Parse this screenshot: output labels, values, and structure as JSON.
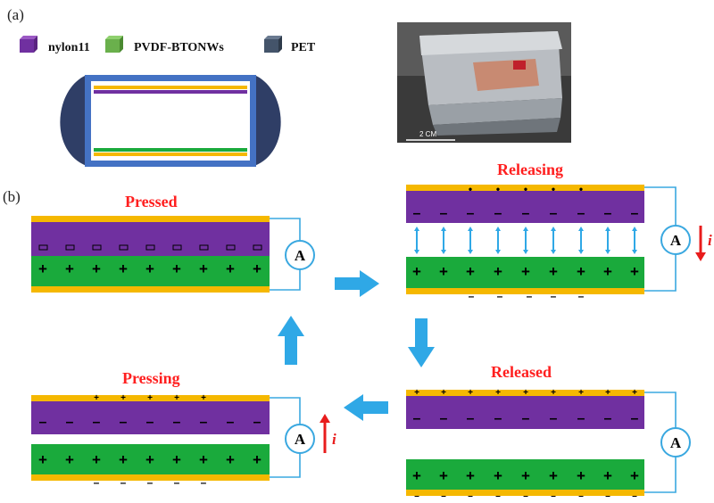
{
  "panel_labels": {
    "a": "(a)",
    "b": "(b)"
  },
  "legend": [
    {
      "label": "nylon11",
      "color": "#7030a0"
    },
    {
      "label": "PVDF-BTONWs",
      "color": "#6ab04c"
    },
    {
      "label": "PET",
      "color": "#44546a"
    }
  ],
  "photo": {
    "scale_label": "2 CM"
  },
  "states": {
    "pressed": {
      "title": "Pressed"
    },
    "releasing": {
      "title": "Releasing"
    },
    "released": {
      "title": "Released"
    },
    "pressing": {
      "title": "Pressing"
    }
  },
  "meter_label": "A",
  "current_label": "i",
  "colors": {
    "electrode": "#f5b800",
    "nylon": "#7030a0",
    "pvdf": "#1aaa3c",
    "wire": "#3aa8e0",
    "flow_arrow": "#2fa8e6",
    "current_arrow": "#e81c1c",
    "title": "#ff1f1f",
    "pet": "#4472c4",
    "pet_dark": "#2f3e66"
  },
  "charges": {
    "plus": "+",
    "minus": "−"
  }
}
